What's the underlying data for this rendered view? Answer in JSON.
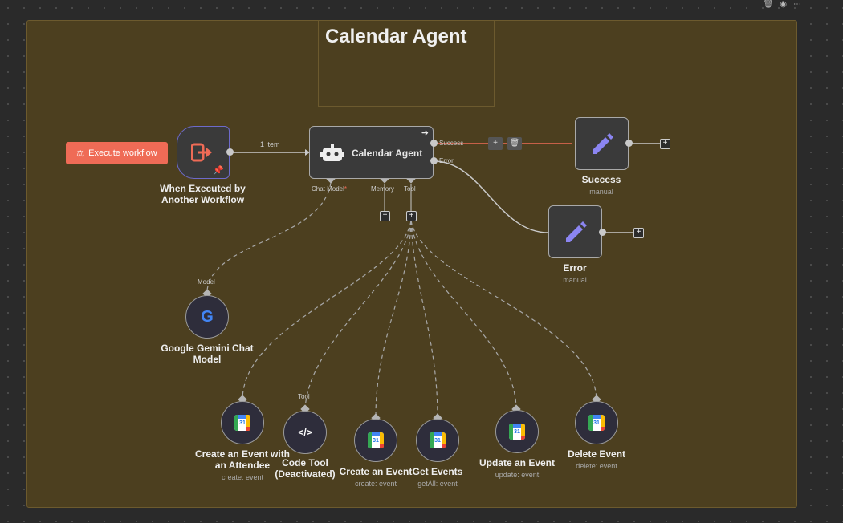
{
  "canvas": {
    "title": "Calendar Agent",
    "execute_button": "Execute workflow"
  },
  "nodes": {
    "trigger": {
      "label_line1": "When Executed by",
      "label_line2": "Another Workflow"
    },
    "agent": {
      "label": "Calendar Agent",
      "success_port": "Success",
      "error_port": "Error",
      "chat_model_port": "Chat Model",
      "chat_model_required": "*",
      "memory_port": "Memory",
      "tool_port": "Tool"
    },
    "edge_label": "1 item",
    "success": {
      "label": "Success",
      "sub": "manual"
    },
    "error": {
      "label": "Error",
      "sub": "manual"
    },
    "gemini": {
      "label_line1": "Google Gemini Chat",
      "label_line2": "Model",
      "port": "Model"
    },
    "tools": [
      {
        "label_line1": "Create an Event with",
        "label_line2": "an Attendee",
        "sub": "create: event"
      },
      {
        "label_line1": "Code Tool",
        "label_line2": "(Deactivated)",
        "port": "Tool"
      },
      {
        "label_line1": "Create an Event",
        "sub": "create: event"
      },
      {
        "label_line1": "Get Events",
        "sub": "getAll: event"
      },
      {
        "label_line1": "Update an Event",
        "sub": "update: event"
      },
      {
        "label_line1": "Delete Event",
        "sub": "delete: event"
      }
    ]
  },
  "calendar_icon_text": "31",
  "colors": {
    "accent": "#ef6b56",
    "sticky": "#4c3f1f",
    "trigger_border": "#6d6acb",
    "edit_icon": "#8b85f2"
  }
}
